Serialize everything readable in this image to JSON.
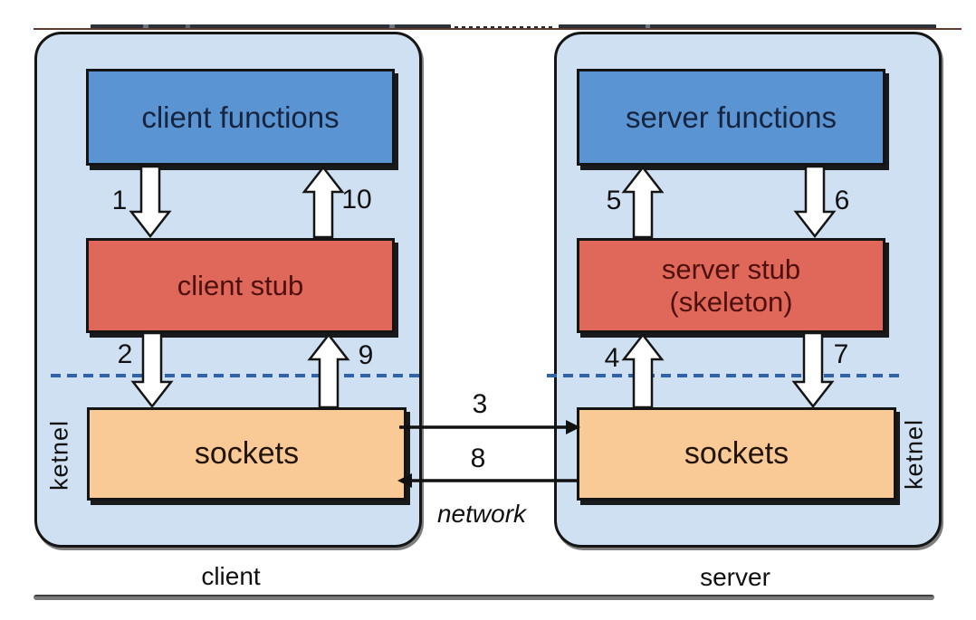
{
  "diagram": {
    "client": {
      "panel_label": "client",
      "kernel_label": "ketnel",
      "functions_box": "client functions",
      "stub_box": "client stub",
      "sockets_box": "sockets",
      "step_func_to_stub": "1",
      "step_stub_to_socket": "2",
      "step_socket_to_stub": "9",
      "step_stub_to_func": "10"
    },
    "server": {
      "panel_label": "server",
      "kernel_label": "ketnel",
      "functions_box": "server functions",
      "stub_box_line1": "server stub",
      "stub_box_line2": "(skeleton)",
      "sockets_box": "sockets",
      "step_socket_to_stub": "4",
      "step_stub_to_func": "5",
      "step_func_to_stub": "6",
      "step_stub_to_socket": "7"
    },
    "network": {
      "label": "network",
      "request_step": "3",
      "reply_step": "8"
    }
  },
  "colors": {
    "panel_fill": "#cfe0f2",
    "panel_border": "#151515",
    "functions_fill": "#5b94d2",
    "stub_fill": "#e0685a",
    "sockets_fill": "#f9c996",
    "functions_text": "#16243e",
    "stub_text": "#4d100c",
    "sockets_text": "#21150b",
    "dashed_line": "#2f62a7",
    "top_rule_brown": "#5f3a31",
    "top_rule_dark": "#2b3137",
    "bottom_rule": "#7a7a7a"
  }
}
